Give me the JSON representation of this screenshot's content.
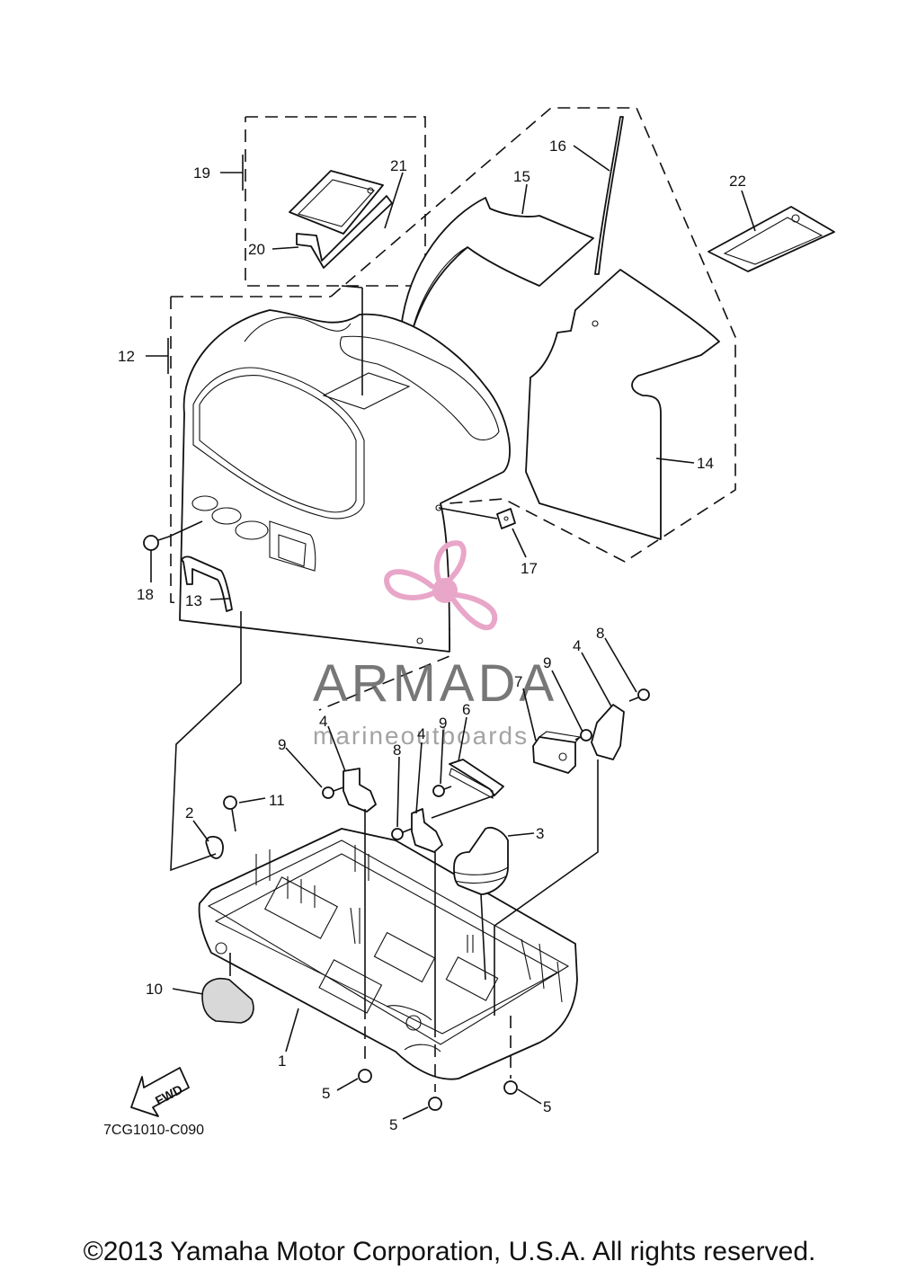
{
  "callouts": [
    {
      "id": "c1",
      "text": "1"
    },
    {
      "id": "c2",
      "text": "2"
    },
    {
      "id": "c3",
      "text": "3"
    },
    {
      "id": "c4a",
      "text": "4"
    },
    {
      "id": "c4b",
      "text": "4"
    },
    {
      "id": "c4c",
      "text": "4"
    },
    {
      "id": "c5a",
      "text": "5"
    },
    {
      "id": "c5b",
      "text": "5"
    },
    {
      "id": "c5c",
      "text": "5"
    },
    {
      "id": "c6",
      "text": "6"
    },
    {
      "id": "c7",
      "text": "7"
    },
    {
      "id": "c8a",
      "text": "8"
    },
    {
      "id": "c8b",
      "text": "8"
    },
    {
      "id": "c9a",
      "text": "9"
    },
    {
      "id": "c9b",
      "text": "9"
    },
    {
      "id": "c9c",
      "text": "9"
    },
    {
      "id": "c10",
      "text": "10"
    },
    {
      "id": "c11",
      "text": "11"
    },
    {
      "id": "c12",
      "text": "12"
    },
    {
      "id": "c13",
      "text": "13"
    },
    {
      "id": "c14",
      "text": "14"
    },
    {
      "id": "c15",
      "text": "15"
    },
    {
      "id": "c16",
      "text": "16"
    },
    {
      "id": "c17",
      "text": "17"
    },
    {
      "id": "c18",
      "text": "18"
    },
    {
      "id": "c19",
      "text": "19"
    },
    {
      "id": "c20",
      "text": "20"
    },
    {
      "id": "c21",
      "text": "21"
    },
    {
      "id": "c22",
      "text": "22"
    }
  ],
  "fwd_label": "FWD",
  "diagram_code": "7CG1010-C090",
  "watermark": {
    "title": "ARMADA",
    "subtitle": "marineoutboards",
    "logo_color": "#e8a6c8"
  },
  "copyright": "©2013 Yamaha Motor Corporation, U.S.A. All rights reserved."
}
